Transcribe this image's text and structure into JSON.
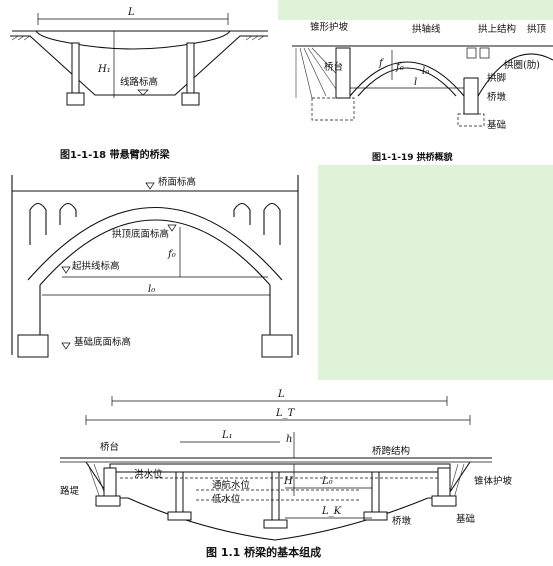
{
  "colors": {
    "green_bg": "#dff3d8",
    "page_bg": "#ffffff",
    "ink": "#111111"
  },
  "fig18": {
    "span_label": "L",
    "height_label": "H₁",
    "elev_label": "线路标高",
    "caption": "图1-1-18  带悬臂的桥梁"
  },
  "fig19": {
    "labels": {
      "slope": "锥形护坡",
      "abutment": "桥台",
      "axis": "拱轴线",
      "superstructure": "拱上结构",
      "crown": "拱顶",
      "ring": "拱圈(肋)",
      "springing": "拱脚",
      "pier": "桥墩",
      "foundation": "基础"
    },
    "sym_f": "f",
    "sym_fo": "f₀",
    "sym_lo": "l₀",
    "sym_l": "l",
    "caption": "图1-1-19  拱桥概貌"
  },
  "fig_arch": {
    "deck_elev": "桥面标高",
    "crown_elev": "拱顶底面标高",
    "spring_elev": "起拱线标高",
    "found_elev": "基础底面标高",
    "sym_f": "f₀",
    "sym_l": "l₀"
  },
  "fig11": {
    "L": "L",
    "LT": "L_T",
    "L1": "L₁",
    "h": "h",
    "H": "H",
    "L0": "L₀",
    "LK": "L_K",
    "labels": {
      "abutment": "桥台",
      "span_structure": "桥跨结构",
      "flood": "洪水位",
      "nav": "通航水位",
      "low": "低水位",
      "embankment": "路堤",
      "cone": "锥体护坡",
      "pier": "桥墩",
      "foundation": "基础"
    },
    "caption": "图 1.1   桥梁的基本组成"
  }
}
